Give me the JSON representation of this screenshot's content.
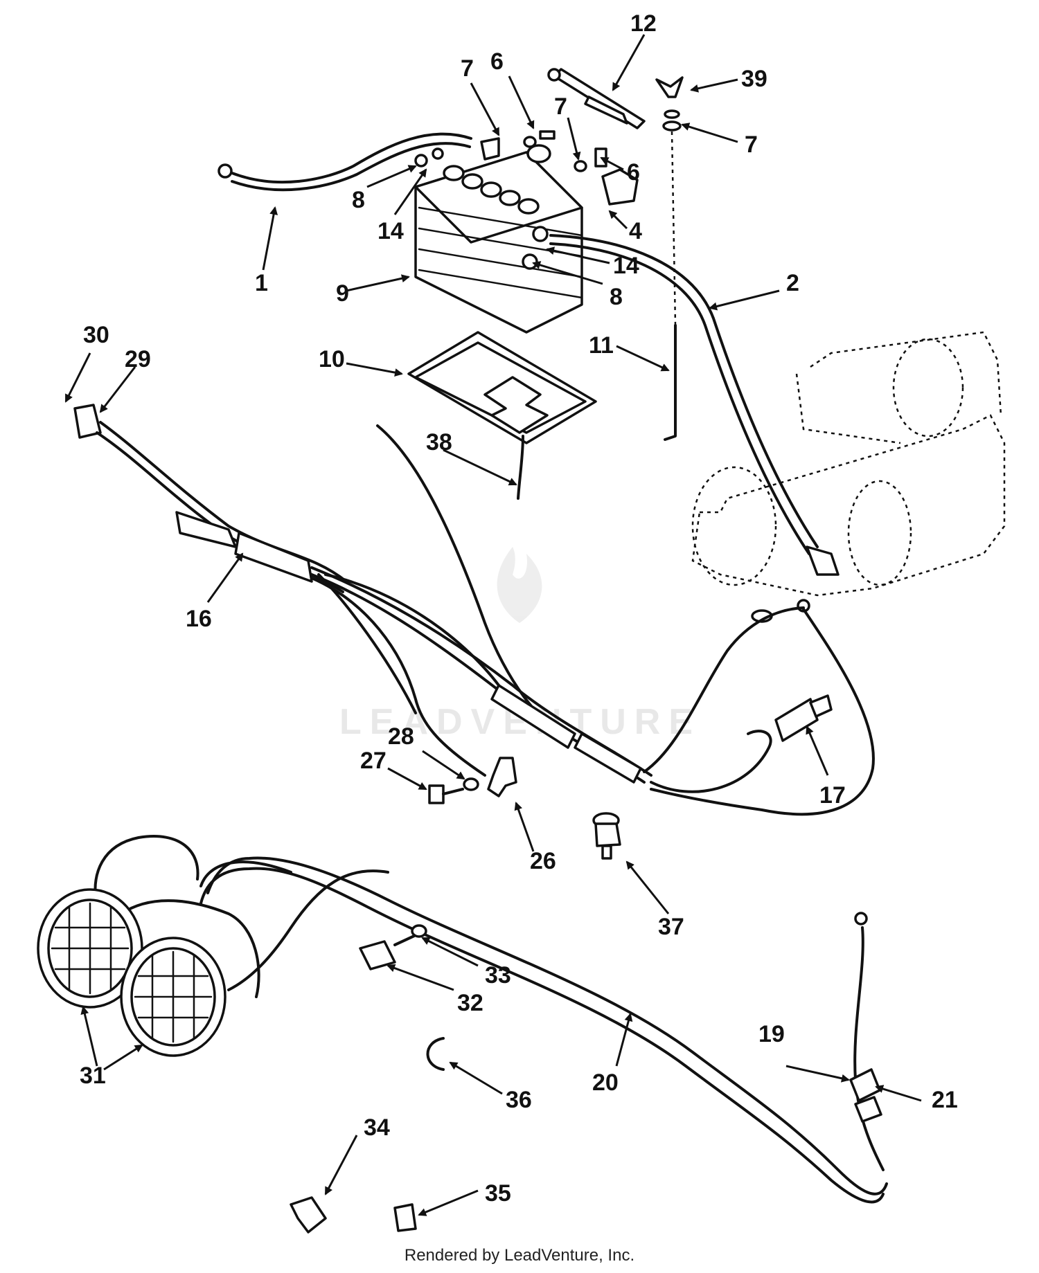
{
  "callouts": {
    "c1": "1",
    "c2": "2",
    "c4": "4",
    "c6a": "6",
    "c6b": "6",
    "c7a": "7",
    "c7b": "7",
    "c7c": "7",
    "c8a": "8",
    "c8b": "8",
    "c9": "9",
    "c10": "10",
    "c11": "11",
    "c12": "12",
    "c14a": "14",
    "c14b": "14",
    "c16": "16",
    "c17": "17",
    "c19": "19",
    "c20": "20",
    "c21": "21",
    "c26": "26",
    "c27": "27",
    "c28": "28",
    "c29": "29",
    "c30": "30",
    "c31": "31",
    "c32": "32",
    "c33": "33",
    "c34": "34",
    "c35": "35",
    "c36": "36",
    "c37": "37",
    "c38": "38",
    "c39": "39"
  },
  "watermark": "LEADVENTURE",
  "footer": "Rendered by LeadVenture, Inc."
}
